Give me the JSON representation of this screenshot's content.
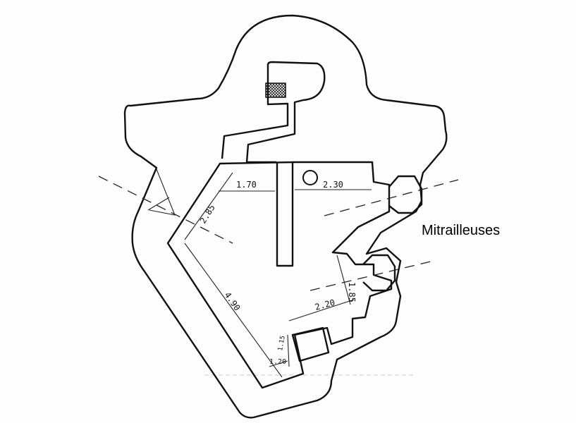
{
  "diagram": {
    "label": "Mitrailleuses",
    "dimensions": {
      "d170": "1.70",
      "d230": "2.30",
      "d285": "2.85",
      "d490": "4.90",
      "d220": "2.20",
      "d185": "1.85",
      "d115": "1.15",
      "d120": "1.20"
    }
  }
}
